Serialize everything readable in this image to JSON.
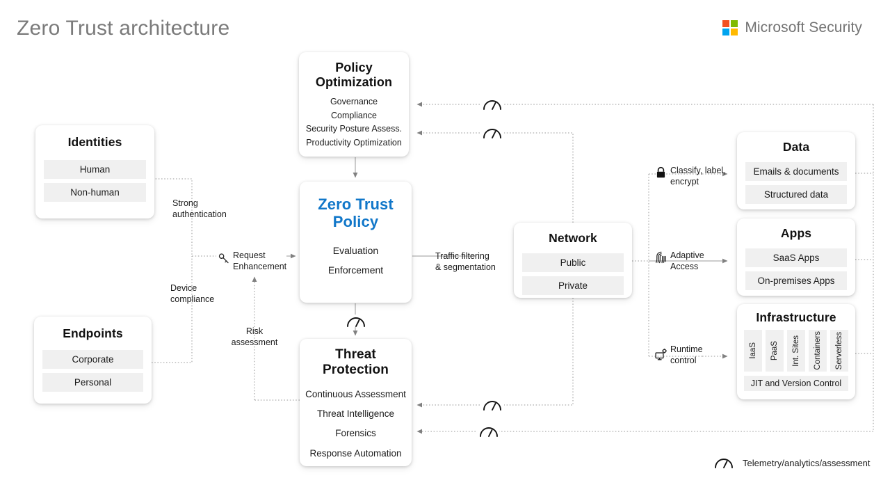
{
  "page": {
    "title": "Zero Trust architecture",
    "brand": "Microsoft Security",
    "brand_colors": {
      "red": "#f25022",
      "green": "#7fba00",
      "blue": "#00a4ef",
      "yellow": "#ffb900"
    },
    "accent_blue": "#1177c9",
    "pill_bg": "#f0f0f0",
    "title_color": "#7a7a7a"
  },
  "cards": {
    "policy_optimization": {
      "title": "Policy\nOptimization",
      "items": [
        "Governance",
        "Compliance",
        "Security Posture Assess.",
        "Productivity Optimization"
      ]
    },
    "zero_trust_policy": {
      "title": "Zero Trust\nPolicy",
      "items": [
        "Evaluation",
        "Enforcement"
      ]
    },
    "threat_protection": {
      "title": "Threat\nProtection",
      "items": [
        "Continuous Assessment",
        "Threat Intelligence",
        "Forensics",
        "Response Automation"
      ]
    },
    "identities": {
      "title": "Identities",
      "items": [
        "Human",
        "Non-human"
      ]
    },
    "endpoints": {
      "title": "Endpoints",
      "items": [
        "Corporate",
        "Personal"
      ]
    },
    "network": {
      "title": "Network",
      "items": [
        "Public",
        "Private"
      ]
    },
    "data": {
      "title": "Data",
      "items": [
        "Emails & documents",
        "Structured data"
      ]
    },
    "apps": {
      "title": "Apps",
      "items": [
        "SaaS Apps",
        "On-premises Apps"
      ]
    },
    "infrastructure": {
      "title": "Infrastructure",
      "columns": [
        "IaaS",
        "PaaS",
        "Int. Sites",
        "Containers",
        "Serverless"
      ],
      "footer": "JIT and Version  Control"
    }
  },
  "labels": {
    "strong_authentication": "Strong\nauthentication",
    "device_compliance": "Device\ncompliance",
    "request_enhancement": "Request\nEnhancement",
    "risk_assessment": "Risk\nassessment",
    "traffic_filtering": "Traffic filtering\n& segmentation",
    "classify_label_encrypt": "Classify, label,\nencrypt",
    "adaptive_access": "Adaptive\nAccess",
    "runtime_control": "Runtime\ncontrol"
  },
  "legend": {
    "text": "Telemetry/analytics/assessment",
    "icon": "gauge-icon"
  },
  "icons": {
    "request_enhancement": "key-icon",
    "classify": "lock-icon",
    "adaptive_access": "fingerprint-icon",
    "runtime_control": "runtime-icon",
    "telemetry": "gauge-icon"
  }
}
